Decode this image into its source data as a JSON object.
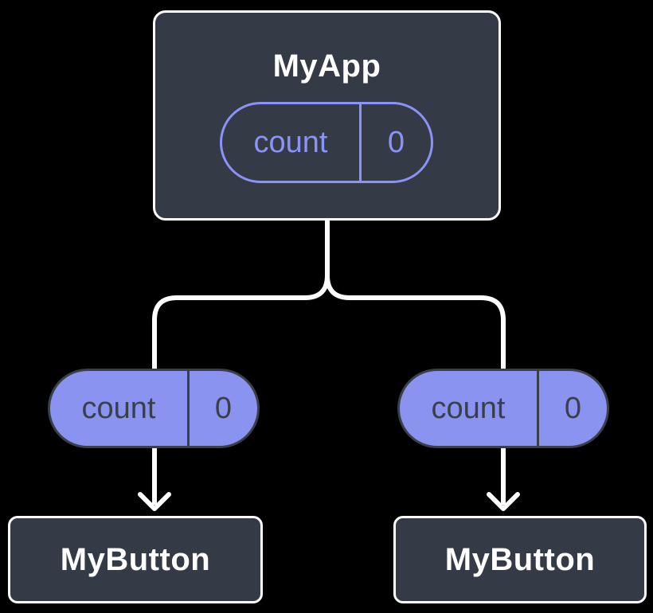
{
  "diagram": {
    "root": {
      "title": "MyApp",
      "state": {
        "label": "count",
        "value": "0"
      }
    },
    "props": [
      {
        "label": "count",
        "value": "0"
      },
      {
        "label": "count",
        "value": "0"
      }
    ],
    "children": [
      {
        "title": "MyButton"
      },
      {
        "title": "MyButton"
      }
    ],
    "colors": {
      "background": "#000000",
      "node_fill": "#343a46",
      "node_border": "#ffffff",
      "node_text": "#ffffff",
      "state_accent": "#8a93f8",
      "prop_fill": "#8b93f0",
      "prop_text": "#3a4049",
      "connector": "#ffffff"
    }
  }
}
